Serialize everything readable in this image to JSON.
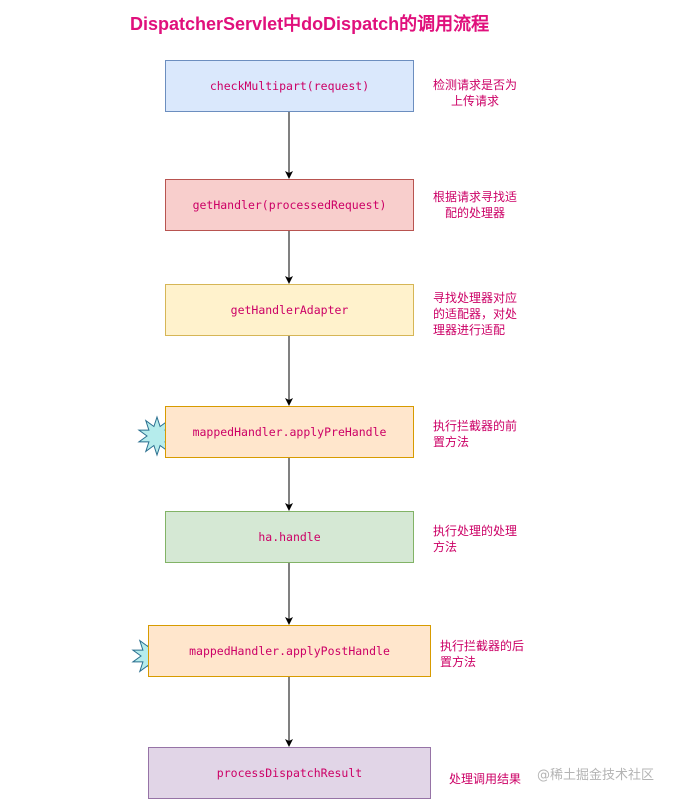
{
  "title": "DispatcherServlet中doDispatch的调用流程",
  "colors": {
    "title": "#e0107c",
    "box_text": "#cc0066",
    "note_text": "#cc0066",
    "watermark": "#b4b4b4",
    "arrow": "#000000",
    "star_fill": "#b5ecec",
    "star_stroke": "#2a6f8f"
  },
  "steps": [
    {
      "label": "checkMultipart(request)",
      "fill": "#dae8fc",
      "stroke": "#6c8ebf",
      "note": [
        "检测请求是否为",
        "上传请求"
      ]
    },
    {
      "label": "getHandler(processedRequest)",
      "fill": "#f8cecc",
      "stroke": "#b85450",
      "note": [
        "根据请求寻找适",
        "配的处理器"
      ]
    },
    {
      "label": "getHandlerAdapter",
      "fill": "#fff2cc",
      "stroke": "#d6b656",
      "note": [
        "寻找处理器对应",
        "的适配器，对处",
        "理器进行适配"
      ]
    },
    {
      "label": "mappedHandler.applyPreHandle",
      "fill": "#ffe6cc",
      "stroke": "#d79b00",
      "note": [
        "执行拦截器的前",
        "置方法"
      ],
      "marker": "star-icon"
    },
    {
      "label": "ha.handle",
      "fill": "#d5e8d4",
      "stroke": "#82b366",
      "note": [
        "执行处理的处理",
        "方法"
      ]
    },
    {
      "label": "mappedHandler.applyPostHandle",
      "fill": "#ffe6cc",
      "stroke": "#d79b00",
      "note": [
        "执行拦截器的后",
        "置方法"
      ],
      "marker": "star-icon"
    },
    {
      "label": "processDispatchResult",
      "fill": "#e1d5e7",
      "stroke": "#9673a6",
      "note": [
        "处理调用结果"
      ]
    }
  ],
  "watermark": "@稀土掘金技术社区"
}
